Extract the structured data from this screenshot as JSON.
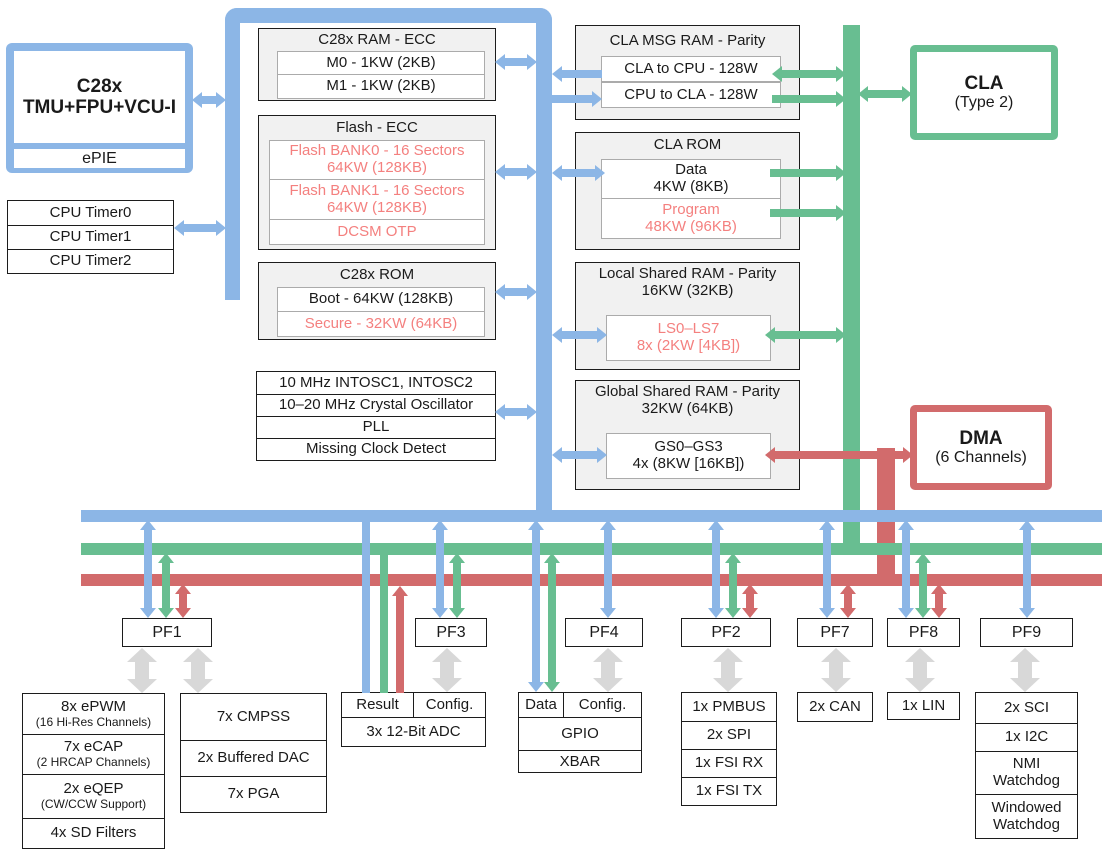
{
  "palette": {
    "bus_blue": "#8CB6E6",
    "bus_green": "#68BE91",
    "bus_red": "#D26B6C",
    "highlight_red_text": "#F4807F",
    "block_gray": "#F1F1F1",
    "gray_arrow": "#D8D8D8"
  },
  "cpu_block": {
    "line1": "C28x",
    "line2": "TMU+FPU+VCU-I",
    "epie": "ePIE"
  },
  "timers": [
    "CPU Timer0",
    "CPU Timer1",
    "CPU Timer2"
  ],
  "c28x_ram": {
    "title": "C28x RAM - ECC",
    "rows": [
      "M0 - 1KW (2KB)",
      "M1 - 1KW (2KB)"
    ]
  },
  "flash": {
    "title": "Flash - ECC",
    "bank0": [
      "Flash BANK0 - 16 Sectors",
      "64KW (128KB)"
    ],
    "bank1": [
      "Flash BANK1 - 16 Sectors",
      "64KW (128KB)"
    ],
    "otp": "DCSM OTP"
  },
  "c28x_rom": {
    "title": "C28x ROM",
    "boot": "Boot - 64KW (128KB)",
    "secure": "Secure - 32KW (64KB)"
  },
  "clock": [
    "10 MHz INTOSC1, INTOSC2",
    "10–20 MHz Crystal Oscillator",
    "PLL",
    "Missing Clock Detect"
  ],
  "cla_msg_ram": {
    "title": "CLA MSG RAM - Parity",
    "cla_to_cpu": "CLA to CPU - 128W",
    "cpu_to_cla": "CPU to CLA - 128W"
  },
  "cla_rom": {
    "title": "CLA ROM",
    "data": [
      "Data",
      "4KW (8KB)"
    ],
    "program": [
      "Program",
      "48KW (96KB)"
    ]
  },
  "local_shared_ram": {
    "title": [
      "Local Shared RAM - Parity",
      "16KW (32KB)"
    ],
    "banks": [
      "LS0–LS7",
      "8x (2KW [4KB])"
    ]
  },
  "global_shared_ram": {
    "title": [
      "Global Shared RAM - Parity",
      "32KW (64KB)"
    ],
    "banks": [
      "GS0–GS3",
      "4x (8KW [16KB])"
    ]
  },
  "cla": {
    "title": "CLA",
    "subtitle": "(Type 2)"
  },
  "dma": {
    "title": "DMA",
    "subtitle": "(6 Channels)"
  },
  "peripheral_frames": {
    "pf1": "PF1",
    "pf3": "PF3",
    "pf4": "PF4",
    "pf2": "PF2",
    "pf7": "PF7",
    "pf8": "PF8",
    "pf9": "PF9"
  },
  "control_peripherals": {
    "epwm": [
      "8x ePWM",
      "(16 Hi-Res Channels)"
    ],
    "ecap": [
      "7x eCAP",
      "(2 HRCAP Channels)"
    ],
    "eqep": [
      "2x eQEP",
      "(CW/CCW Support)"
    ],
    "sd_filters": "4x SD Filters"
  },
  "analog": {
    "cmpss": "7x CMPSS",
    "dac": "2x Buffered DAC",
    "pga": "7x PGA"
  },
  "adc": {
    "result": "Result",
    "config": "Config.",
    "label": "3x 12-Bit ADC"
  },
  "gpio": {
    "data": "Data",
    "config": "Config.",
    "gpio": "GPIO",
    "xbar": "XBAR"
  },
  "comms": {
    "pmbus": "1x PMBUS",
    "spi": "2x SPI",
    "fsi_rx": "1x FSI RX",
    "fsi_tx": "1x FSI TX",
    "can": "2x CAN",
    "lin": "1x LIN",
    "sci": "2x SCI",
    "i2c": "1x I2C",
    "nmi_wd": [
      "NMI",
      "Watchdog"
    ],
    "win_wd": [
      "Windowed",
      "Watchdog"
    ]
  }
}
